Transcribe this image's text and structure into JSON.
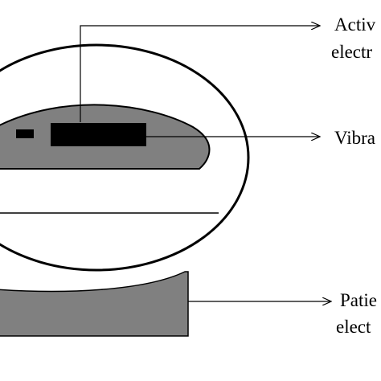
{
  "labels": {
    "active_electrode": [
      "Activ",
      "electr"
    ],
    "vibration": "Vibra",
    "patient_electrode": [
      "Patie",
      "elect"
    ]
  },
  "colors": {
    "background": "#ffffff",
    "outline": "#000000",
    "electrode_fill": "#808080",
    "transducer": "#000000"
  }
}
